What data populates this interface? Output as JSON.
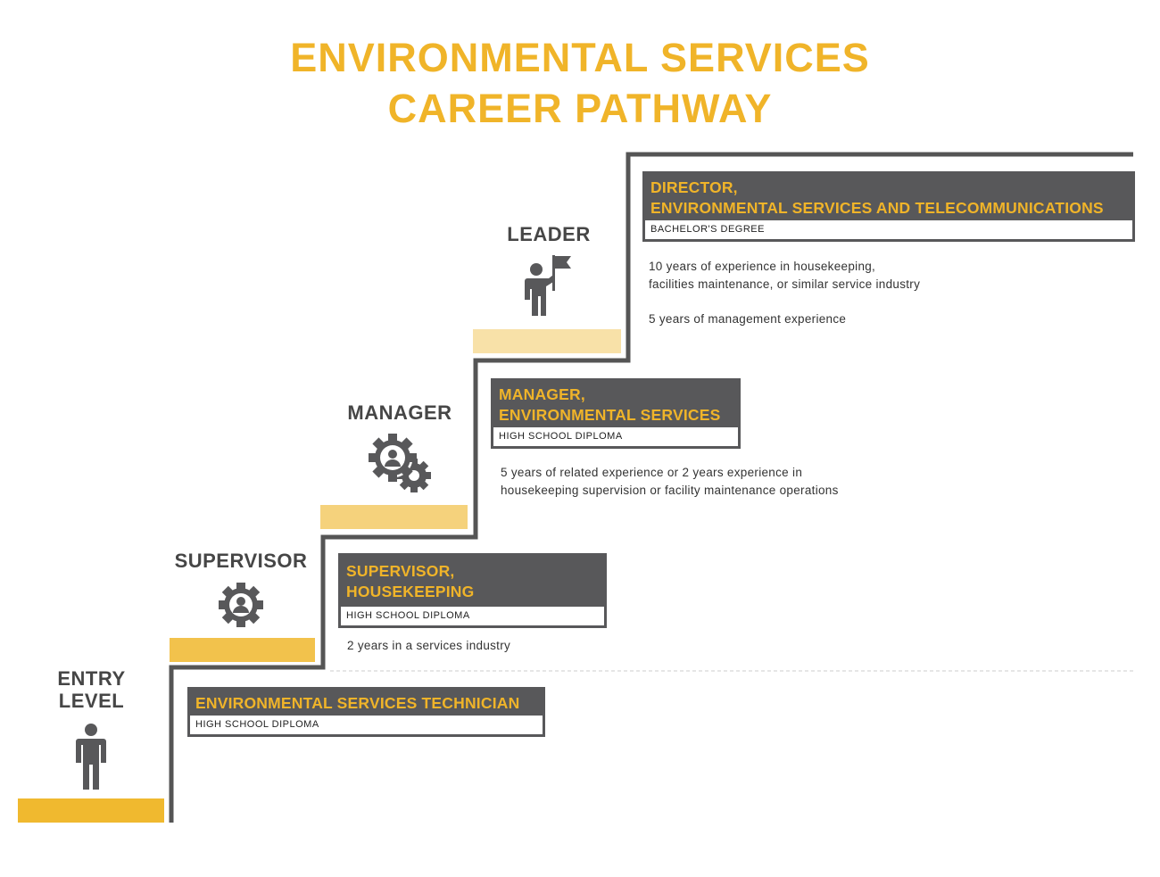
{
  "title": {
    "line1": "ENVIRONMENTAL SERVICES",
    "line2": "CAREER PATHWAY"
  },
  "colors": {
    "accent": "#f0b429",
    "dark": "#58585a",
    "stair": "#555555"
  },
  "levels": [
    {
      "label": "ENTRY",
      "label2": "LEVEL",
      "icon": "person-icon"
    },
    {
      "label": "SUPERVISOR",
      "icon": "gear-person-icon"
    },
    {
      "label": "MANAGER",
      "icon": "gears-person-icon"
    },
    {
      "label": "LEADER",
      "icon": "person-flag-icon"
    }
  ],
  "positions": [
    {
      "title": "ENVIRONMENTAL SERVICES TECHNICIAN",
      "education": "HIGH SCHOOL DIPLOMA"
    },
    {
      "title1": "SUPERVISOR,",
      "title2": "HOUSEKEEPING",
      "education": "HIGH SCHOOL DIPLOMA",
      "requirements": [
        "2 years in a services industry"
      ]
    },
    {
      "title1": "MANAGER,",
      "title2": "ENVIRONMENTAL SERVICES",
      "education": "HIGH SCHOOL DIPLOMA",
      "requirements": [
        "5 years of related experience or 2 years experience in",
        "housekeeping supervision or facility maintenance operations"
      ]
    },
    {
      "title1": "DIRECTOR,",
      "title2": "ENVIRONMENTAL SERVICES AND TELECOMMUNICATIONS",
      "education": "BACHELOR'S DEGREE",
      "requirements": [
        "10 years of experience in housekeeping,",
        "facilities maintenance, or similar service industry",
        "5 years of management experience"
      ]
    }
  ]
}
